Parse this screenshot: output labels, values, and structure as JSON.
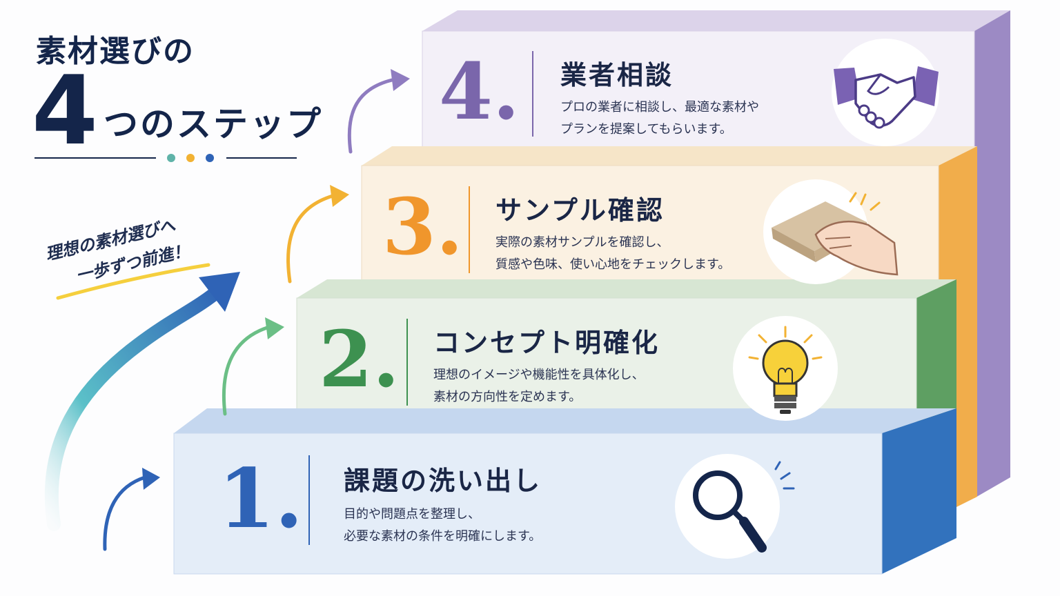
{
  "title": {
    "line1": "素材選びの",
    "number": "4",
    "line2": "つのステップ"
  },
  "tagline": {
    "line1": "理想の素材選びへ",
    "line2": "一歩ずつ前進！"
  },
  "steps": [
    {
      "number": "1.",
      "heading": "課題の洗い出し",
      "desc1": "目的や問題点を整理し、",
      "desc2": "必要な素材の条件を明確にします。",
      "icon": "magnifier-icon",
      "color": "#2f63b6"
    },
    {
      "number": "2.",
      "heading": "コンセプト明確化",
      "desc1": "理想のイメージや機能性を具体化し、",
      "desc2": "素材の方向性を定めます。",
      "icon": "lightbulb-icon",
      "color": "#3d9150"
    },
    {
      "number": "3.",
      "heading": "サンプル確認",
      "desc1": "実際の素材サンプルを確認し、",
      "desc2": "質感や色味、使い心地をチェックします。",
      "icon": "hand-touching-sample-icon",
      "color": "#f0962c"
    },
    {
      "number": "4.",
      "heading": "業者相談",
      "desc1": "プロの業者に相談し、最適な素材や",
      "desc2": "プランを提案してもらいます。",
      "icon": "handshake-icon",
      "color": "#7a66ab"
    }
  ],
  "colors": {
    "navy": "#14254a",
    "dot1": "#5fb3a8",
    "dot2": "#f2b233",
    "dot3": "#2f63b6",
    "underline": "#f5cf3d"
  }
}
